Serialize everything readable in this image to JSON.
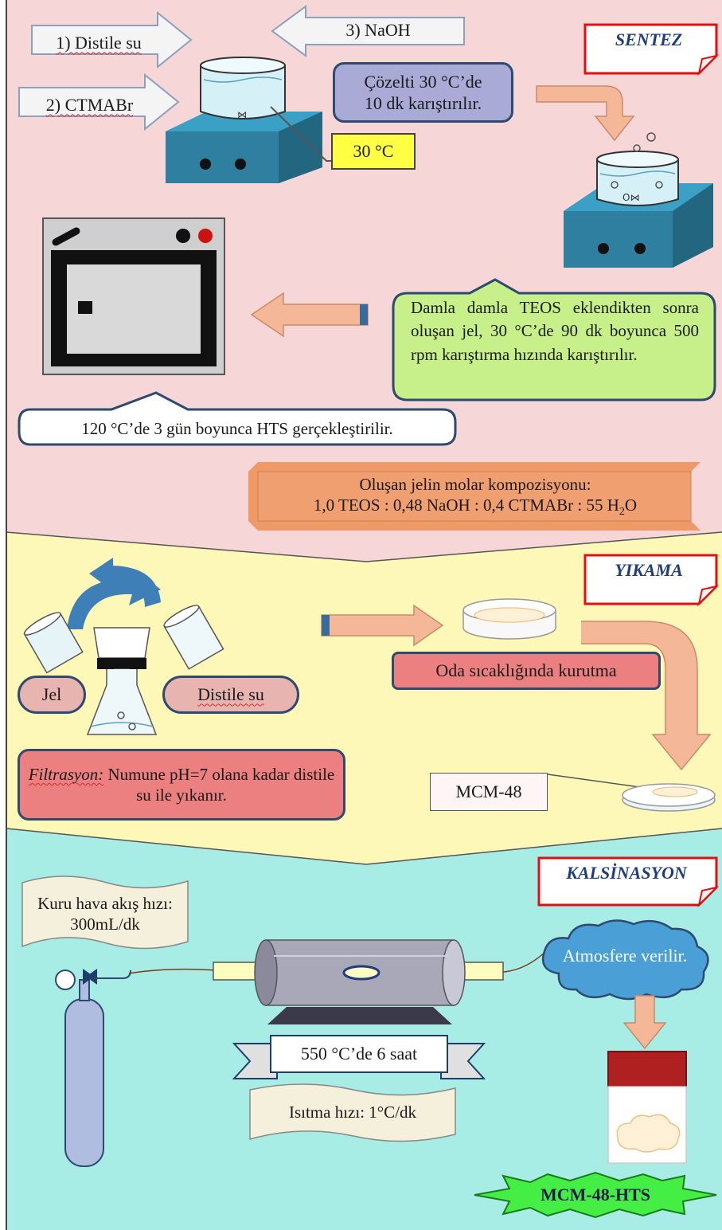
{
  "sections": {
    "sentez": "SENTEZ",
    "yikama": "YIKAMA",
    "kalsinasyon": "KALSİNASYON"
  },
  "synthesis": {
    "step1": "1) Distile su",
    "step2": "2) CTMABr",
    "step3": "3) NaOH",
    "mix_note_line1": "Çözelti 30 °C’de",
    "mix_note_line2": "10 dk karıştırılır.",
    "temperature": "30 °C",
    "teos_note": "Damla damla TEOS eklendikten sonra oluşan jel, 30 °C’de 90 dk boyunca 500 rpm karıştırma hızında karıştırılır.",
    "hts_note": "120 °C’de 3 gün boyunca HTS gerçekleştirilir.",
    "composition_title": "Oluşan jelin molar kompozisyonu:",
    "composition_formula": "1,0 TEOS : 0,48 NaOH : 0,4 CTMABr : 55 H",
    "composition_sub": "2",
    "composition_tail": "O"
  },
  "washing": {
    "gel": "Jel",
    "water": "Distile su",
    "drying": "Oda sıcaklığında kurutma",
    "filtration_label": "Filtrasyon:",
    "filtration_text": " Numune pH=7 olana kadar distile su ile yıkanır.",
    "product": "MCM-48"
  },
  "calcination": {
    "airflow": "Kuru hava akış hızı: 300mL/dk",
    "atmosphere": "Atmosfere verilir.",
    "condition": "550 °C’de 6 saat",
    "heating_rate": "Isıtma hızı: 1°C/dk",
    "final_product": "MCM-48-HTS"
  },
  "colors": {
    "synthesis_bg": "#f6d6d6",
    "washing_bg": "#fdf7b8",
    "calcination_bg": "#a8ece6",
    "stirrer": "#2f7fa0",
    "arrow": "#f4b898",
    "note_green": "#c8f08a",
    "note_purple": "#a9aad6",
    "note_red": "#ec7f7f",
    "composition": "#ee9966",
    "temp_yellow": "#ffff44",
    "final_green": "#44ee44"
  }
}
